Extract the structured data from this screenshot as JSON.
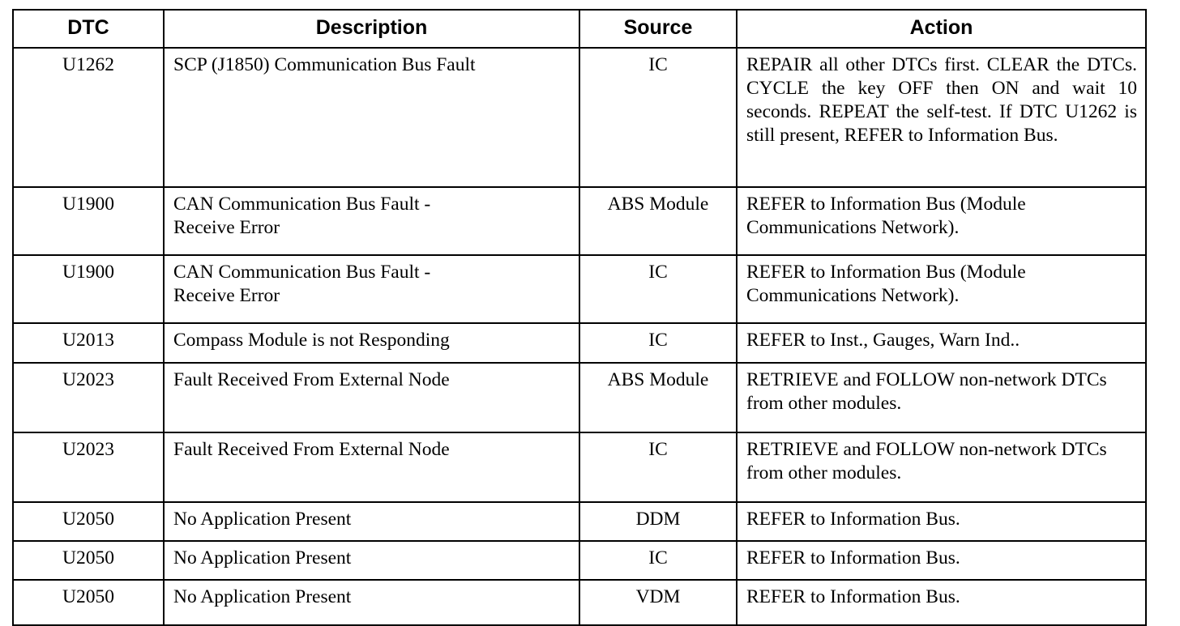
{
  "table": {
    "name": "dtc-diagnostic-trouble-code-table",
    "columns": [
      {
        "key": "dtc",
        "label": "DTC"
      },
      {
        "key": "description",
        "label": "Description"
      },
      {
        "key": "source",
        "label": "Source"
      },
      {
        "key": "action",
        "label": "Action"
      }
    ],
    "rows": [
      {
        "dtc": "U1262",
        "description": "SCP (J1850) Communication Bus Fault",
        "source": "IC",
        "action": "REPAIR all other DTCs first. CLEAR the DTCs. CYCLE the key OFF then ON and wait 10 seconds. REPEAT the self-test. If DTC U1262 is still present, REFER to Information Bus."
      },
      {
        "dtc": "U1900",
        "description": "CAN Communication Bus Fault -\nReceive Error",
        "source": "ABS Module",
        "action": "REFER to Information Bus (Module Communications Network)."
      },
      {
        "dtc": "U1900",
        "description": "CAN Communication Bus Fault -\nReceive Error",
        "source": "IC",
        "action": "REFER to Information Bus (Module Communications Network)."
      },
      {
        "dtc": "U2013",
        "description": "Compass Module is not Responding",
        "source": "IC",
        "action": "REFER to Inst., Gauges, Warn Ind.."
      },
      {
        "dtc": "U2023",
        "description": "Fault Received From External Node",
        "source": "ABS Module",
        "action": "RETRIEVE and FOLLOW non-network DTCs from other modules."
      },
      {
        "dtc": "U2023",
        "description": "Fault Received From External Node",
        "source": "IC",
        "action": "RETRIEVE and FOLLOW non-network DTCs from other modules."
      },
      {
        "dtc": "U2050",
        "description": "No Application Present",
        "source": "DDM",
        "action": "REFER to Information Bus."
      },
      {
        "dtc": "U2050",
        "description": "No Application Present",
        "source": "IC",
        "action": "REFER to Information Bus."
      },
      {
        "dtc": "U2050",
        "description": "No Application Present",
        "source": "VDM",
        "action": "REFER to Information Bus."
      }
    ]
  },
  "colors": {
    "text": "#000000",
    "background": "#ffffff",
    "border": "#000000"
  }
}
